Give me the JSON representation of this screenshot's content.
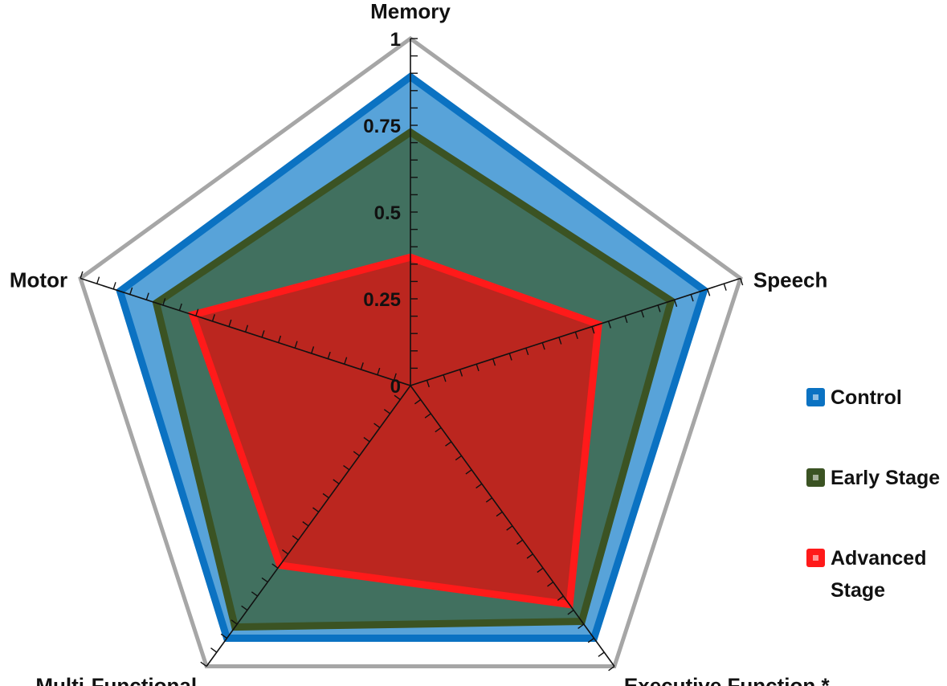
{
  "chart_data": {
    "type": "radar",
    "title": "",
    "axes": [
      "Memory",
      "Speech",
      "Executive Function *",
      "Multi-Functional",
      "Motor"
    ],
    "rlim": [
      0,
      1
    ],
    "ticks": [
      "0",
      "0.25",
      "0.5",
      "0.75",
      "1"
    ],
    "tick_values": [
      0,
      0.25,
      0.5,
      0.75,
      1
    ],
    "grid": true,
    "legend_position": "right",
    "series": [
      {
        "name": "Control",
        "values": [
          0.89,
          0.89,
          0.9,
          0.9,
          0.88
        ],
        "fill": "#4a9bd6",
        "stroke": "#0b72c2"
      },
      {
        "name": "Early Stage",
        "values": [
          0.73,
          0.79,
          0.84,
          0.86,
          0.77
        ],
        "fill": "#3f6b55",
        "stroke": "#3b5323"
      },
      {
        "name": "Advanced Stage",
        "values": [
          0.37,
          0.57,
          0.78,
          0.64,
          0.66
        ],
        "fill": "#c51f1a",
        "stroke": "#ff1a1a"
      }
    ],
    "legend": [
      {
        "lines": [
          "Control"
        ],
        "color": "#0b72c2"
      },
      {
        "lines": [
          "Early Stage"
        ],
        "color": "#3b5323"
      },
      {
        "lines": [
          "Advanced",
          "Stage"
        ],
        "color": "#ff1a1a"
      }
    ]
  }
}
